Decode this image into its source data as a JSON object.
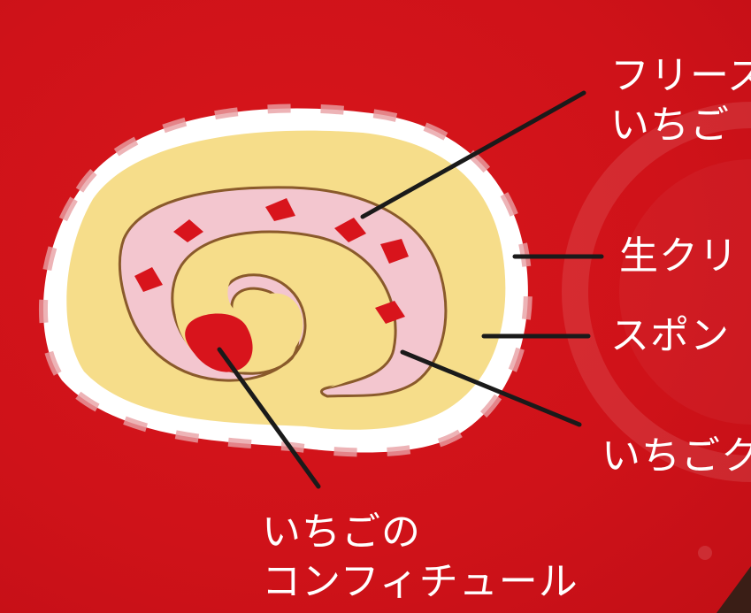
{
  "diagram": {
    "labels": {
      "freeze_dried_strawberry": "フリーズ\nいちご",
      "fresh_cream": "生クリ",
      "sponge": "スポン",
      "strawberry_cream": "いちごク",
      "strawberry_confiture": "いちごの\nコンフィチュール"
    },
    "colors": {
      "background": "#cf1219",
      "sponge": "#f6dd8a",
      "strawberry_cream": "#f3c6cf",
      "strawberry_pieces": "#d8141c",
      "outline": "#8a5a2b",
      "fresh_cream_rim": "#ffffff",
      "leader_lines": "#1a1a1a"
    }
  }
}
